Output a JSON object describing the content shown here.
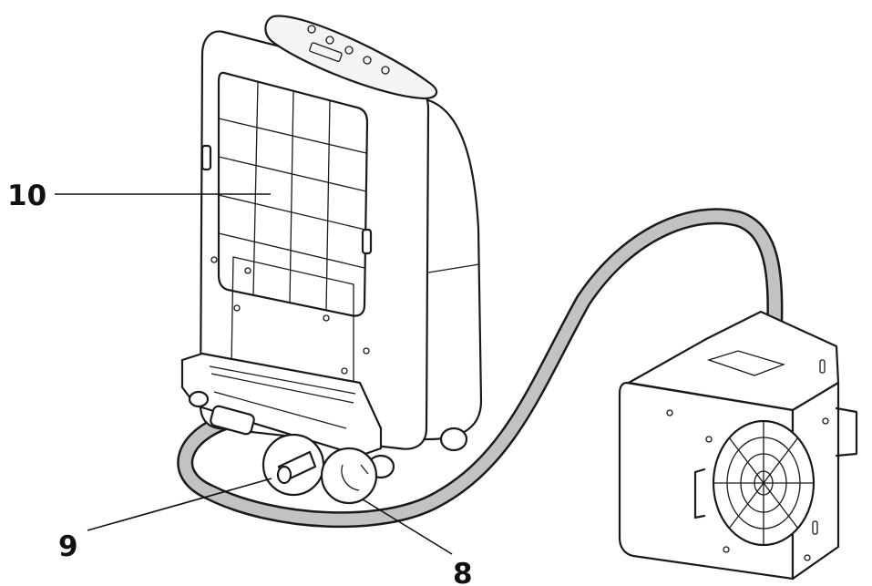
{
  "callouts": [
    {
      "id": "10",
      "label": "10"
    },
    {
      "id": "9",
      "label": "9"
    },
    {
      "id": "8",
      "label": "8"
    }
  ],
  "colors": {
    "outline": "#1a1a1a",
    "body_fill": "#ffffff",
    "hose_fill": "#bfbfbf",
    "panel_shade": "#f2f2f2"
  }
}
